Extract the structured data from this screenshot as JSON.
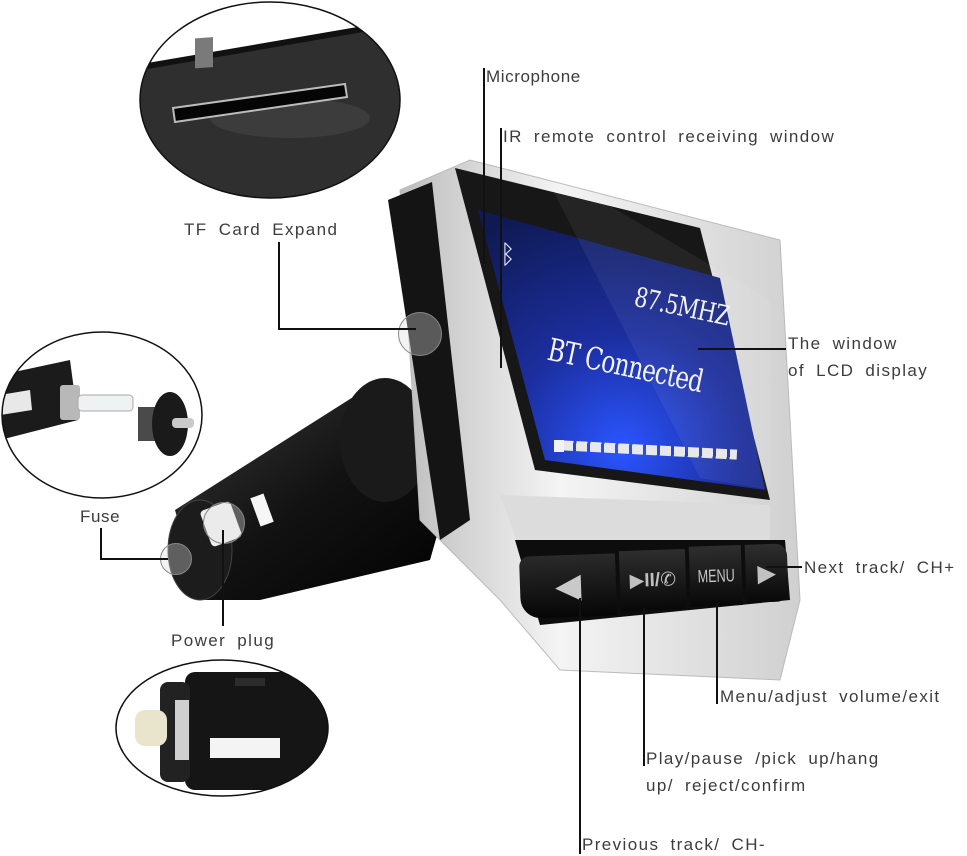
{
  "diagram": {
    "subject": "Bluetooth car FM transmitter",
    "lcd": {
      "frequency": "87.5MHZ",
      "status": "BT Connected",
      "bluetooth_icon": "bluetooth-icon"
    },
    "buttons": [
      {
        "id": "prev",
        "glyph": "◀"
      },
      {
        "id": "play",
        "glyph": "▶II/✆"
      },
      {
        "id": "menu",
        "glyph": "MENU"
      },
      {
        "id": "next",
        "glyph": "▶"
      }
    ],
    "callouts": {
      "microphone": "Microphone",
      "ir_window": "IR remote control receiving window",
      "tf_card": "TF Card Expand",
      "lcd_line1": "The window",
      "lcd_line2": "of LCD display",
      "fuse": "Fuse",
      "power_plug": "Power plug",
      "next_track": "Next track/ CH+",
      "menu": "Menu/adjust volume/exit",
      "play_line1": "Play/pause /pick up/hang",
      "play_line2": "up/ reject/confirm",
      "prev_track": "Previous track/ CH-"
    },
    "colors": {
      "lcd_blue": "#1a2f9a",
      "body_black": "#141414",
      "body_silver": "#e6e6e6",
      "line": "#111111"
    }
  }
}
